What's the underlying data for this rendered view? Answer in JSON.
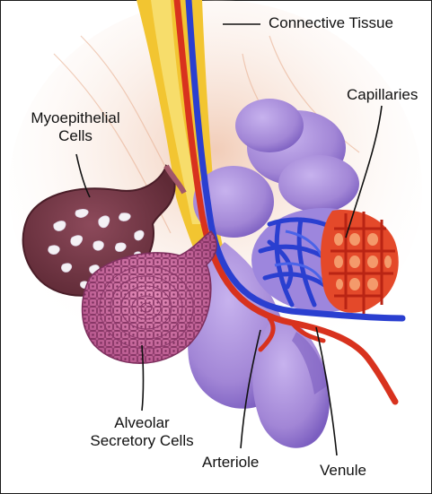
{
  "labels": {
    "connective_tissue": "Connective Tissue",
    "capillaries": "Capillaries",
    "myoepithelial_cells": "Myoepithelial\nCells",
    "alveolar_secretory_cells": "Alveolar\nSecretory Cells",
    "arteriole": "Arteriole",
    "venule": "Venule"
  },
  "colors": {
    "duct_yellow": "#f2c531",
    "alveolus_purple": "#a88ad8",
    "alveolus_shadow": "#7c5fbf",
    "arteriole_red": "#d8321e",
    "venule_blue": "#2a3fd0",
    "myoepithelial_maroon": "#7a3b4a",
    "secretory_pink": "#c86a9c",
    "background_blush": "#f4d9c9"
  }
}
